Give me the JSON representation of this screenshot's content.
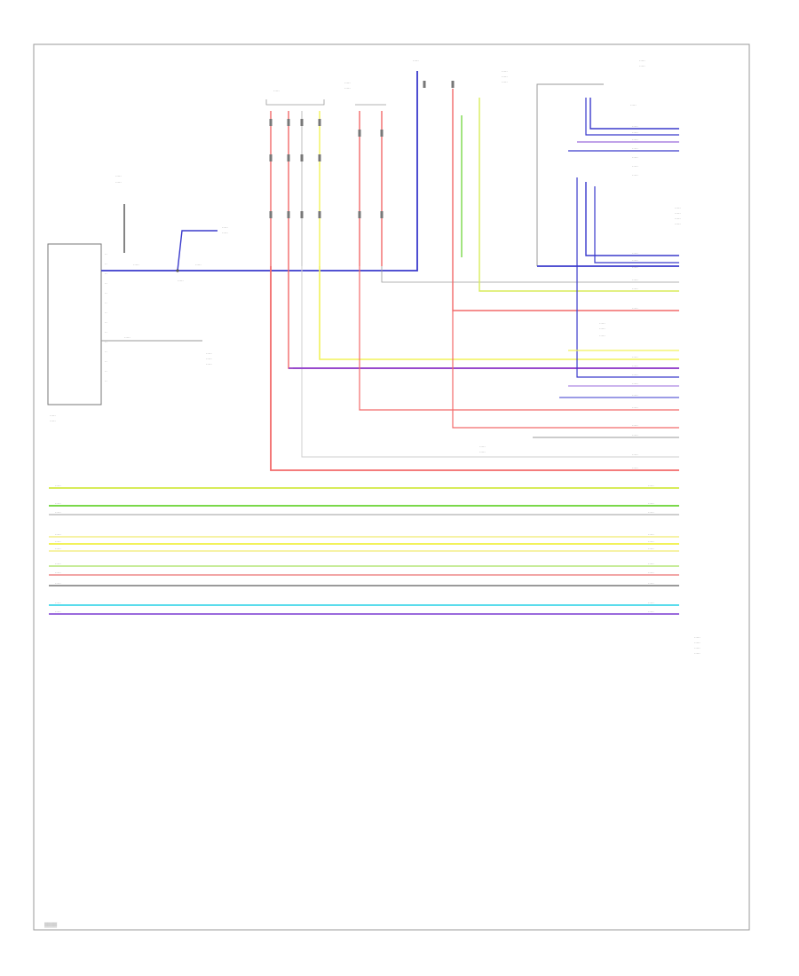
{
  "diagram": {
    "footer_code": "▒▒▒▒",
    "label_glyph": "·····",
    "colors": {
      "blue": "#3a3acc",
      "red": "#f26a6a",
      "yellow": "#f2f25a",
      "green": "#7ad84a",
      "light_green": "#c8ec9a",
      "gray": "#9a9a9a",
      "light_gray": "#cfcfcf",
      "purple": "#8a3ad0",
      "cyan": "#5adcec",
      "violet": "#9a6adc",
      "pink": "#f2a6a6",
      "yellow_green": "#d8ec5a",
      "light_yellow": "#f6f2a6",
      "black": "#333333"
    },
    "wire_colors_bottom": [
      "yellow_green",
      "green",
      "light_gray",
      "light_yellow",
      "yellow",
      "light_yellow",
      "light_green",
      "pink",
      "gray",
      "cyan",
      "violet"
    ],
    "connector_icon": "ground-connector-icon",
    "switch_icon": "switch-icon"
  }
}
